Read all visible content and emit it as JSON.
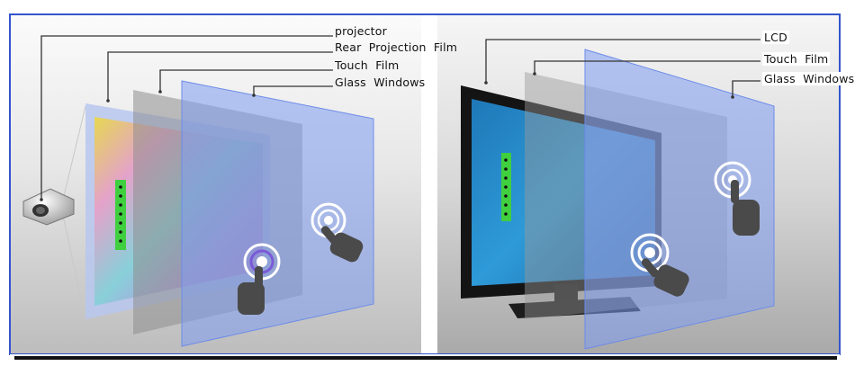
{
  "left_panel": {
    "labels": {
      "projector": "projector",
      "rear_projection_film": "Rear  Projection  Film",
      "touch_film": "Touch  Film",
      "glass_windows": "Glass  Windows"
    }
  },
  "right_panel": {
    "labels": {
      "lcd": "LCD",
      "touch_film": "Touch  Film",
      "glass_windows": "Glass  Windows"
    }
  },
  "colors": {
    "frame_blue": "#3355cc",
    "glass_blue": "#7f9cf0",
    "touch_film_gray": "#8e8e8e",
    "bottom_bar": "#111111"
  }
}
